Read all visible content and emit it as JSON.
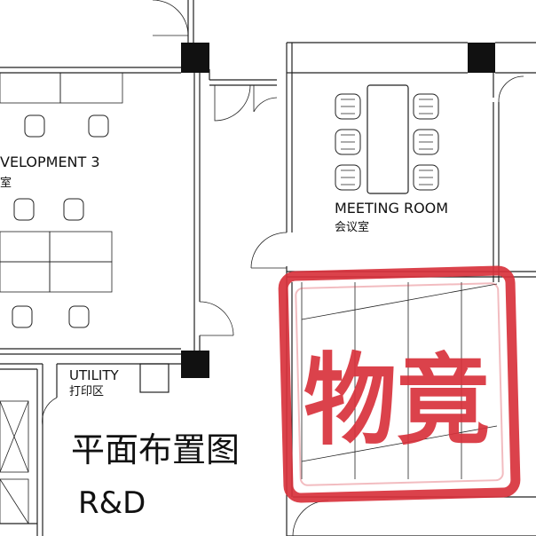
{
  "rooms": {
    "development": {
      "name_en": "VELOPMENT 3",
      "name_cn": "室"
    },
    "meeting": {
      "name_en": "MEETING ROOM",
      "name_cn": "会议室"
    },
    "utility": {
      "name_en": "UTILITY",
      "name_cn": "打印区"
    }
  },
  "plan_title": {
    "cn": "平面布置图",
    "en": "R&D"
  },
  "seal": {
    "text": "物竟",
    "color": "#d8323c"
  },
  "colors": {
    "wall": "#222222",
    "column": "#111111",
    "background": "#ffffff"
  }
}
